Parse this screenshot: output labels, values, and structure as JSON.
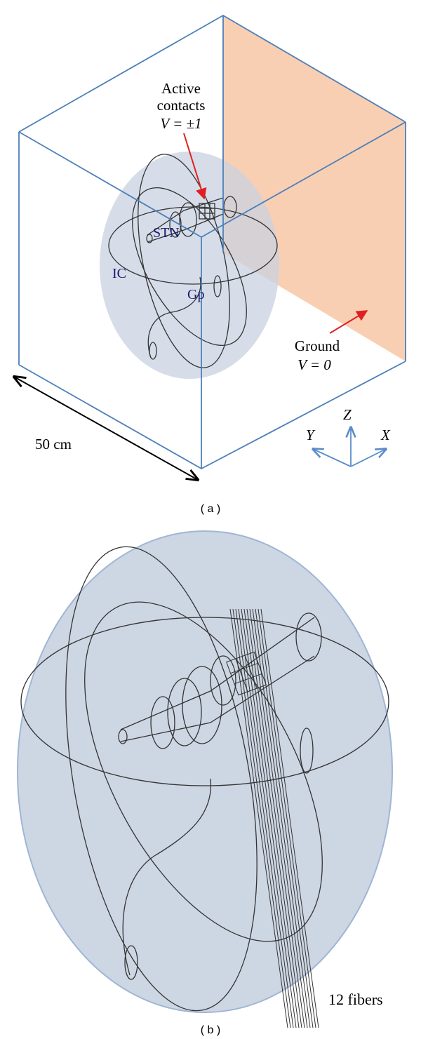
{
  "panel_a": {
    "caption": "( a )",
    "active_label_line1": "Active",
    "active_label_line2": "contacts",
    "active_label_line3": "V = ±1",
    "ground_label_line1": "Ground",
    "ground_label_line2": "V = 0",
    "stn_label": "STN",
    "ic_label": "IC",
    "gp_label": "Gp",
    "dimension_label": "50 cm",
    "axis_z": "Z",
    "axis_y": "Y",
    "axis_x": "X"
  },
  "panel_b": {
    "caption": "( b )",
    "fibers_label": "12 fibers"
  },
  "colors": {
    "box_edge": "#4d7fb8",
    "ground_plane": "#f8c7a6",
    "sphere_fill": "#c8d2e0",
    "arrow_red": "#e02020",
    "region_label": "#1a1a6e",
    "axes": "#5b8cc8"
  }
}
